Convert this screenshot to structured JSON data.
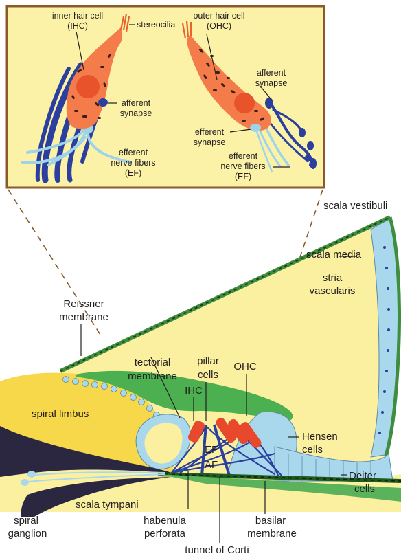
{
  "inset": {
    "inner_hair_cell": "inner hair cell",
    "ihc_abbr": "(IHC)",
    "stereocilia": "stereocilia",
    "outer_hair_cell": "outer hair cell",
    "ohc_abbr": "(OHC)",
    "afferent_synapse_left_1": "afferent",
    "afferent_synapse_left_2": "synapse",
    "afferent_synapse_right_1": "afferent",
    "afferent_synapse_right_2": "synapse",
    "efferent_synapse_1": "efferent",
    "efferent_synapse_2": "synapse",
    "efferent_fibers_left_1": "efferent",
    "efferent_fibers_left_2": "nerve fibers",
    "efferent_fibers_left_3": "(EF)",
    "efferent_fibers_right_1": "efferent",
    "efferent_fibers_right_2": "nerve fibers",
    "efferent_fibers_right_3": "(EF)"
  },
  "main": {
    "scala_vestibuli": "scala vestibuli",
    "scala_media": "scala media",
    "stria_1": "stria",
    "stria_2": "vascularis",
    "reissner_1": "Reissner",
    "reissner_2": "membrane",
    "tectorial_1": "tectorial",
    "tectorial_2": "membrane",
    "pillar_1": "pillar",
    "pillar_2": "cells",
    "ohc": "OHC",
    "ihc": "IHC",
    "spiral_limbus": "spiral limbus",
    "hensen_1": "Hensen",
    "hensen_2": "cells",
    "ef": "EF",
    "af": "AF",
    "deiter_1": "Deiter",
    "deiter_2": "cells",
    "scala_tympani": "scala tympani",
    "spiral_ganglion_1": "spiral",
    "spiral_ganglion_2": "ganglion",
    "habenula_1": "habenula",
    "habenula_2": "perforata",
    "basilar_1": "basilar",
    "basilar_2": "membrane",
    "tunnel_of_corti": "tunnel of Corti"
  },
  "colors": {
    "inset_background": "#fbf2a8",
    "inset_border": "#8a5a2b",
    "duct_fill": "#fbf0a0",
    "limbus": "#f7d84a",
    "membrane_green": "#4caf50",
    "hair_cell_orange": "#f47c4a",
    "nerve_blue": "#2a3f9e",
    "support_cell_blue": "#a9d8ec",
    "ganglion_dark": "#2b2740"
  }
}
